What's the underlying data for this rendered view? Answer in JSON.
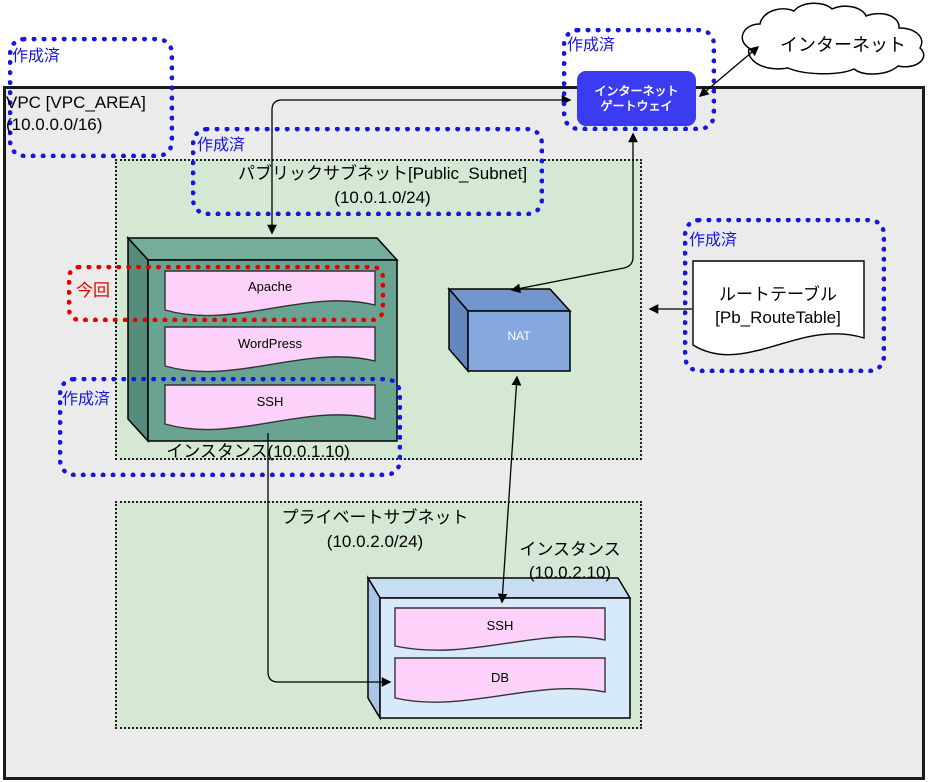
{
  "internet_cloud": {
    "label": "インターネット"
  },
  "igw": {
    "status": "作成済",
    "line1": "インターネット",
    "line2": "ゲートウェイ"
  },
  "vpc": {
    "status": "作成済",
    "line1": "VPC [VPC_AREA]",
    "line2": "(10.0.0.0/16)"
  },
  "public_subnet": {
    "status": "作成済",
    "line1": "パブリックサブネット[Public_Subnet]",
    "line2": "(10.0.1.0/24)"
  },
  "private_subnet": {
    "line1": "プライベートサブネット",
    "line2": "(10.0.2.0/24)"
  },
  "public_instance": {
    "label": "インスタンス(10.0.1.10)",
    "apache": "Apache",
    "wordpress": "WordPress",
    "ssh": "SSH",
    "apache_tag": "今回",
    "ssh_status": "作成済"
  },
  "nat": {
    "label": "NAT"
  },
  "private_instance": {
    "line1": "インスタンス",
    "line2": "(10.0.2.10)",
    "ssh": "SSH",
    "db": "DB"
  },
  "route_table": {
    "status": "作成済",
    "line1": "ルートテーブル",
    "line2": "[Pb_RouteTable]"
  },
  "colors": {
    "created_blue": "#1616e0",
    "current_red": "#e80000",
    "igw_fill": "#3b3bef",
    "vpc_fill": "#ebebeb",
    "subnet_fill": "#d5e8d4",
    "public_instance_fill": "#68a491",
    "private_instance_fill": "#d7eafc",
    "nat_fill": "#85a8de",
    "component_fill": "#fdd2fa"
  }
}
